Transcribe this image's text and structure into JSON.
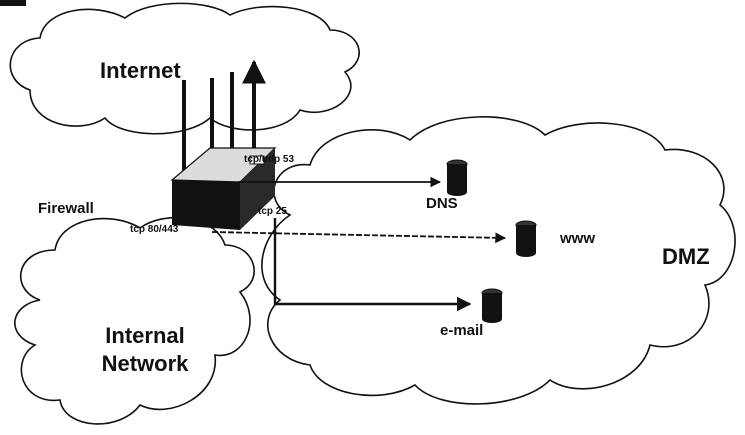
{
  "labels": {
    "internet": "Internet",
    "internal_network": "Internal Network",
    "dmz": "DMZ",
    "firewall": "Firewall",
    "dns": "DNS",
    "www": "www",
    "email": "e-mail",
    "port_dns": "tcp/udp 53",
    "port_web": "tcp 80/443",
    "port_mail": "tcp 25"
  },
  "colors": {
    "ink": "#111111",
    "background": "#ffffff"
  }
}
